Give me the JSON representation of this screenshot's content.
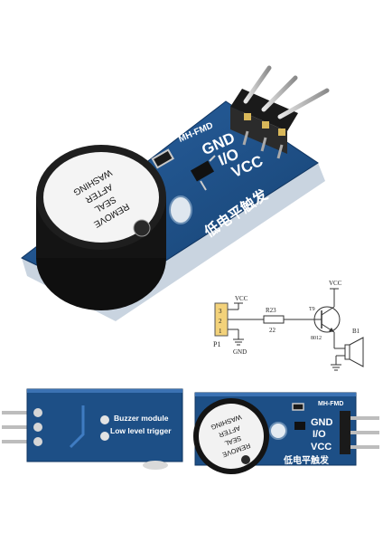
{
  "top_module": {
    "brand": "MH-FMD",
    "pin_gnd": "GND",
    "pin_io": "I/O",
    "pin_vcc": "VCC",
    "chinese_label": "低电平触发",
    "sticker_lines": [
      "REMOVE",
      "SEAL",
      "AFTER",
      "WASHING"
    ]
  },
  "schematic": {
    "vcc_top": "VCC",
    "vcc_left": "VCC",
    "gnd_left": "GND",
    "resistor_name": "R23",
    "resistor_value": "22",
    "transistor_name": "T9",
    "transistor_part": "8012",
    "connector_name": "P1",
    "pin_numbers": [
      "3",
      "2",
      "1"
    ],
    "buzzer_name": "B1"
  },
  "bottom_left": {
    "line1": "Buzzer module",
    "line2": "Low level trigger"
  },
  "bottom_right": {
    "brand": "MH-FMD",
    "pin_gnd": "GND",
    "pin_io": "I/O",
    "pin_vcc": "VCC",
    "chinese_label": "低电平触发",
    "sticker_lines": [
      "REMOVE",
      "SEAL",
      "AFTER",
      "WASHING"
    ]
  },
  "colors": {
    "pcb_blue": "#1d4f86",
    "pcb_edge": "#0f3460",
    "buzzer_black": "#141414",
    "header_black": "#1a1a1a",
    "pin_metal": "#c8c8c8"
  }
}
